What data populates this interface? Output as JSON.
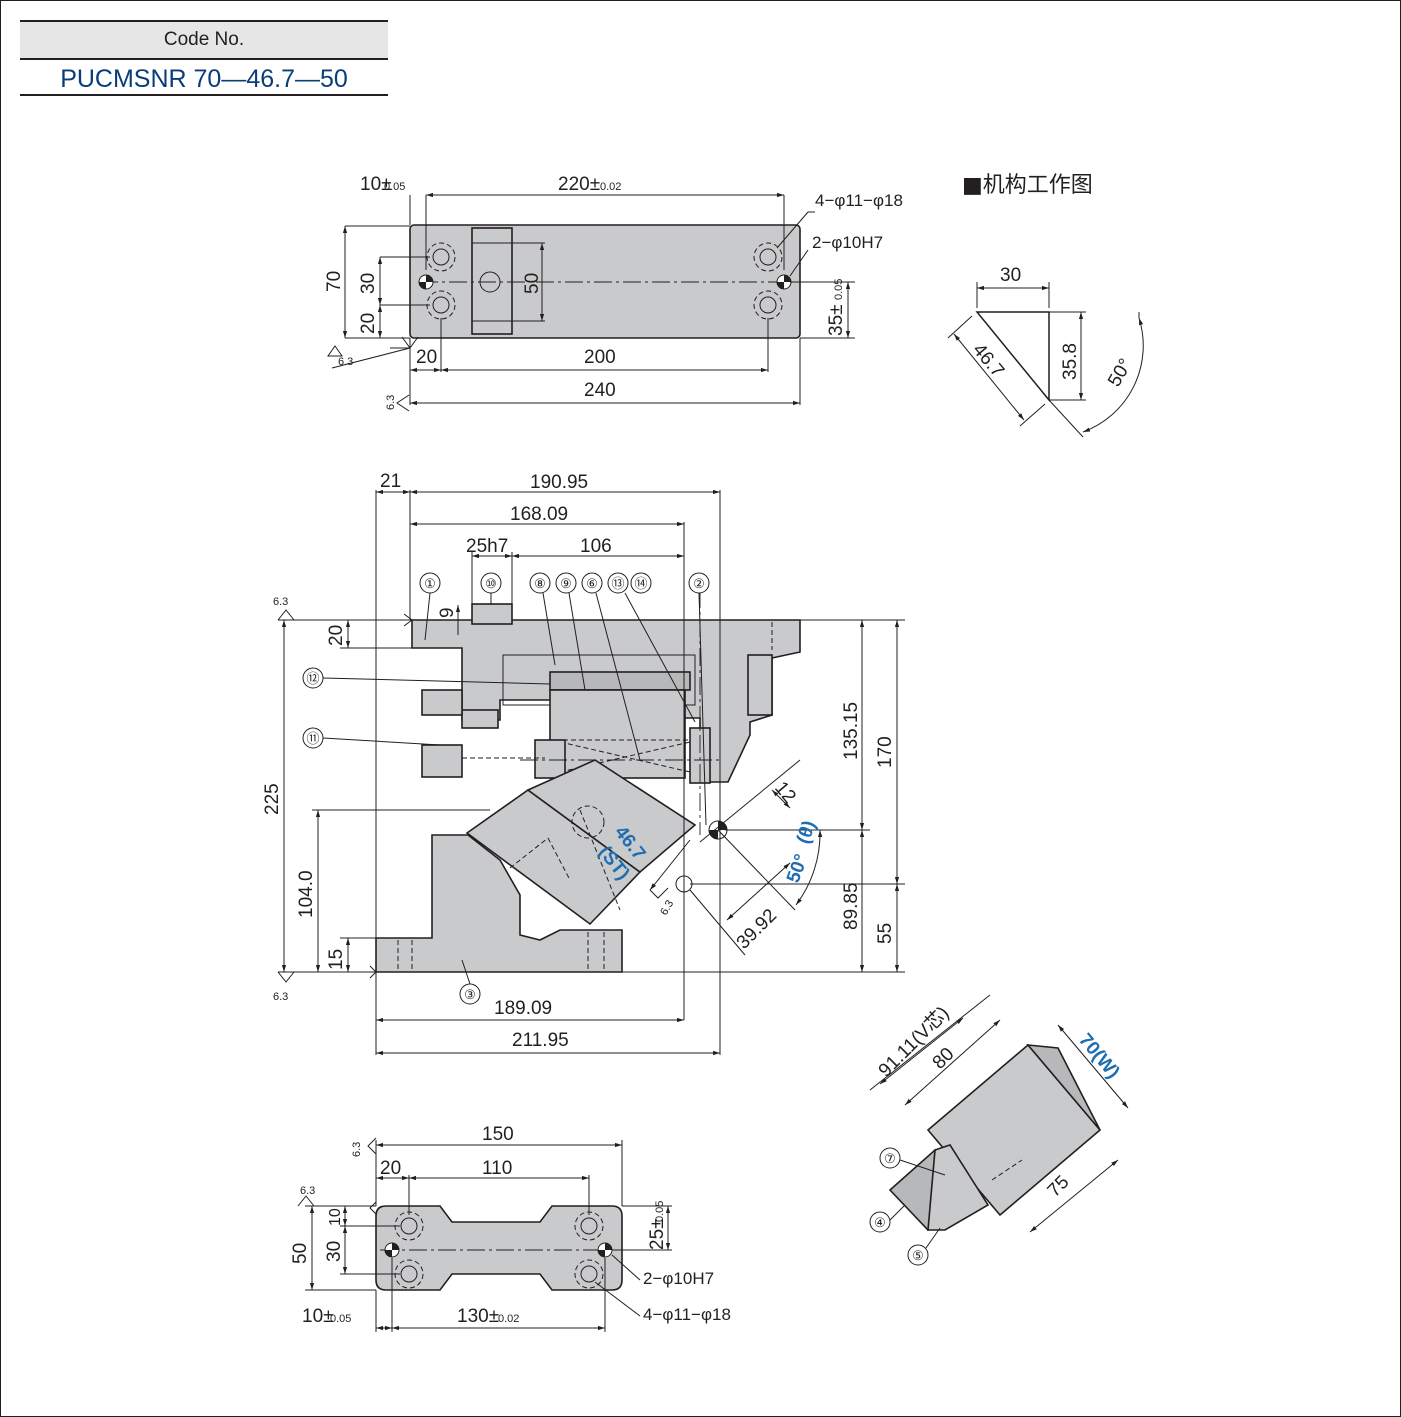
{
  "code_box": {
    "label": "Code No.",
    "value": "PUCMSNR 70—46.7—50"
  },
  "top_view": {
    "dims": [
      "10±",
      "0.05",
      "220±",
      "0.02",
      "70",
      "30",
      "20",
      "50",
      "20",
      "200",
      "240",
      "35±",
      "0.05"
    ],
    "callouts": [
      "4−φ11−φ18",
      "2−φ10H7"
    ],
    "roughness": [
      "6.3",
      "6.3"
    ]
  },
  "mechanism": {
    "title": "■机构工作图",
    "dims": [
      "30",
      "46.7",
      "35.8",
      "50°"
    ]
  },
  "front_view": {
    "dims": [
      "21",
      "190.95",
      "168.09",
      "25h7",
      "106",
      "9",
      "20",
      "225",
      "104.0",
      "15",
      "135.15",
      "170",
      "89.85",
      "55",
      "12",
      "39.92",
      "189.09",
      "211.95"
    ],
    "blue": [
      "46.7",
      "(ST)",
      "50°",
      "(θ)"
    ],
    "parts": [
      "①",
      "⑩",
      "⑧",
      "⑨",
      "⑥",
      "⑬",
      "⑭",
      "②",
      "⑫",
      "⑪",
      "③"
    ],
    "roughness": [
      "6.3",
      "6.3",
      "6.3"
    ]
  },
  "iso_view": {
    "dims": [
      "91.11(V芯)",
      "80",
      "75"
    ],
    "blue": "70(W)",
    "parts": [
      "⑦",
      "④",
      "⑤"
    ]
  },
  "bottom_view": {
    "dims": [
      "150",
      "20",
      "110",
      "10",
      "30",
      "50",
      "25±",
      "0.05",
      "10±",
      "0.05",
      "130±",
      "0.02"
    ],
    "callouts": [
      "2−φ10H7",
      "4−φ11−φ18"
    ],
    "roughness": [
      "6.3",
      "6.3"
    ]
  }
}
